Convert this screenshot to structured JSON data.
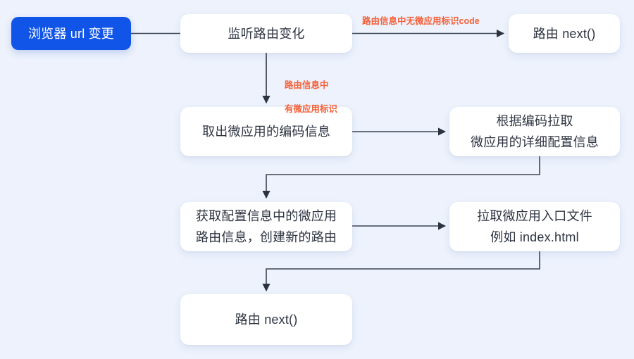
{
  "diagram": {
    "title": "micro-app route interception flow",
    "background_color": "#edf2fc",
    "accent_color": "#1155e8",
    "label_color": "#f4603a",
    "text_color": "#2e3442",
    "line_color": "#3c4455"
  },
  "nodes": {
    "start": {
      "label": "浏览器 url 变更"
    },
    "watch_route": {
      "label": "监听路由变化"
    },
    "route_next_top": {
      "label": "路由 next()"
    },
    "extract_code": {
      "label": "取出微应用的编码信息"
    },
    "fetch_config": {
      "line1": "根据编码拉取",
      "line2": "微应用的详细配置信息"
    },
    "create_route": {
      "line1": "获取配置信息中的微应用",
      "line2": "路由信息，创建新的路由"
    },
    "fetch_entry": {
      "line1": "拉取微应用入口文件",
      "line2": "例如 index.html"
    },
    "route_next_bottom": {
      "label": "路由 next()"
    }
  },
  "edge_labels": {
    "no_code": "路由信息中无微应用标识code",
    "has_code_line1": "路由信息中",
    "has_code_line2": "有微应用标识"
  }
}
